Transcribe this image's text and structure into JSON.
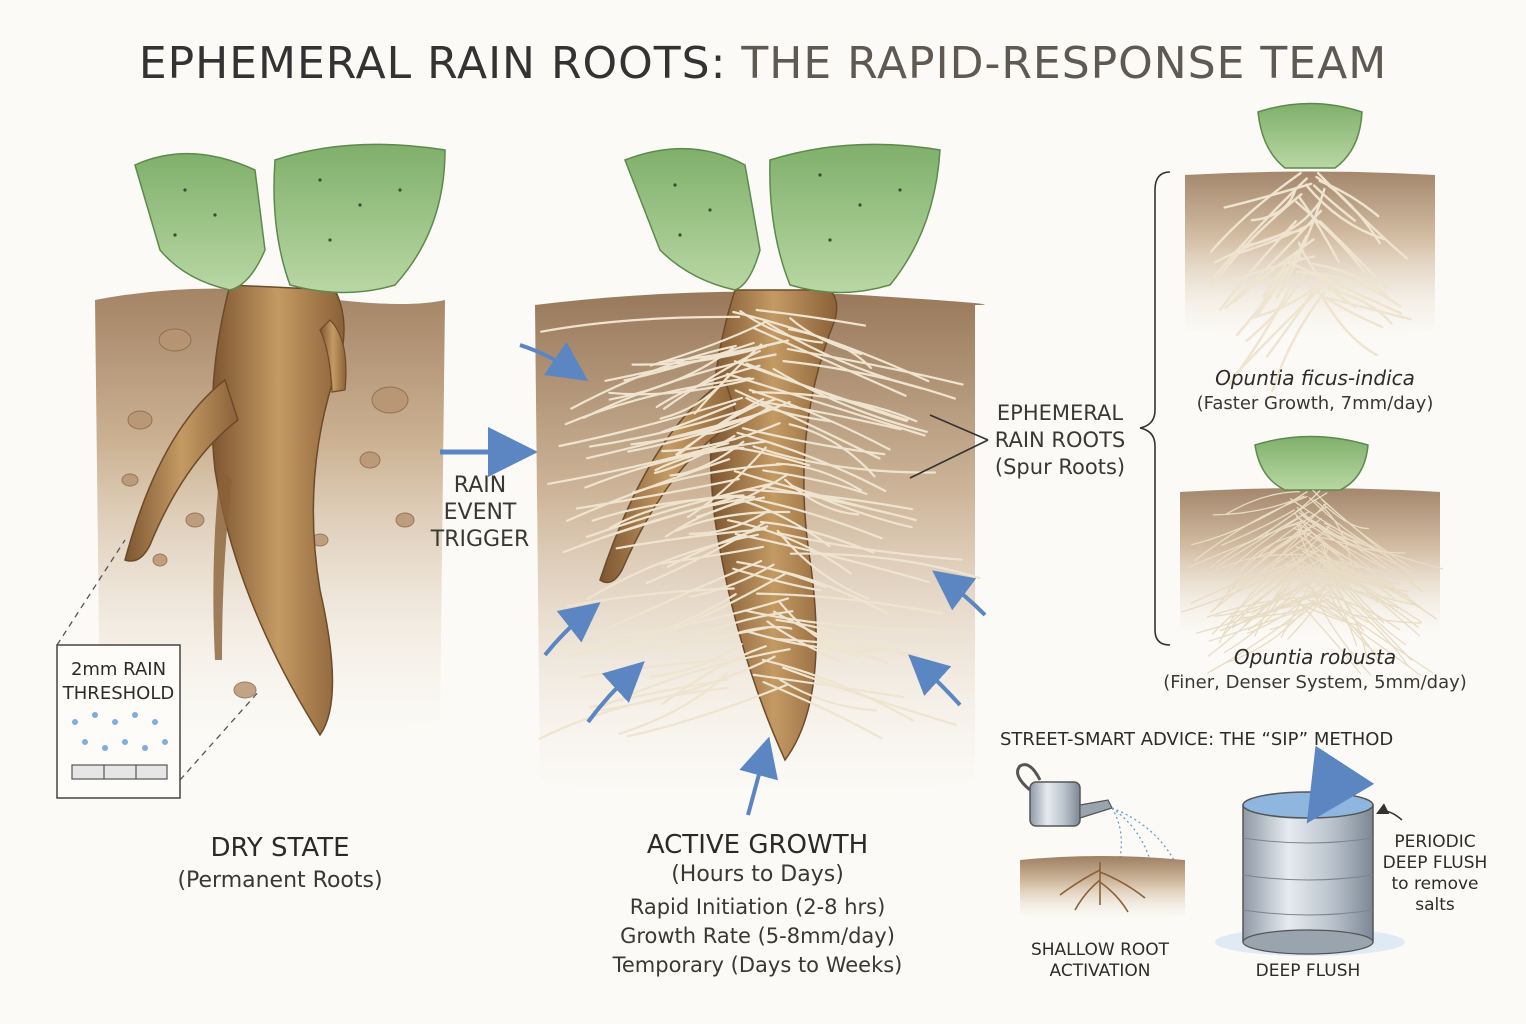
{
  "title": {
    "part1": "EPHEMERAL RAIN ROOTS:",
    "part2": "THE RAPID-RESPONSE TEAM"
  },
  "dry_state": {
    "label": "DRY STATE",
    "sublabel": "(Permanent Roots)"
  },
  "threshold": {
    "line1": "2mm RAIN",
    "line2": "THRESHOLD"
  },
  "trigger": {
    "line1": "RAIN",
    "line2": "EVENT",
    "line3": "TRIGGER"
  },
  "active_growth": {
    "label": "ACTIVE GROWTH",
    "sublabel": "(Hours to Days)",
    "details": [
      "Rapid Initiation (2-8 hrs)",
      "Growth Rate (5-8mm/day)",
      "Temporary (Days to Weeks)"
    ]
  },
  "callout": {
    "line1": "EPHEMERAL",
    "line2": "RAIN ROOTS",
    "line3": "(Spur Roots)"
  },
  "species": [
    {
      "name": "Opuntia ficus-indica",
      "note": "(Faster Growth, 7mm/day)"
    },
    {
      "name": "Opuntia robusta",
      "note": "(Finer, Denser System, 5mm/day)"
    }
  ],
  "advice": {
    "heading": "STREET-SMART ADVICE: THE “SIP” METHOD",
    "shallow_line1": "SHALLOW ROOT",
    "shallow_line2": "ACTIVATION",
    "flush": "DEEP FLUSH",
    "flush_note": [
      "PERIODIC",
      "DEEP FLUSH",
      "to remove",
      "salts"
    ]
  },
  "colors": {
    "pad_green": "#8fbf7c",
    "soil": "#c2a37f",
    "soil_dark": "#8a6645",
    "root_main": "#a57b4c",
    "root_fine": "#efe4cf",
    "water_arrow": "#5b86c2"
  }
}
